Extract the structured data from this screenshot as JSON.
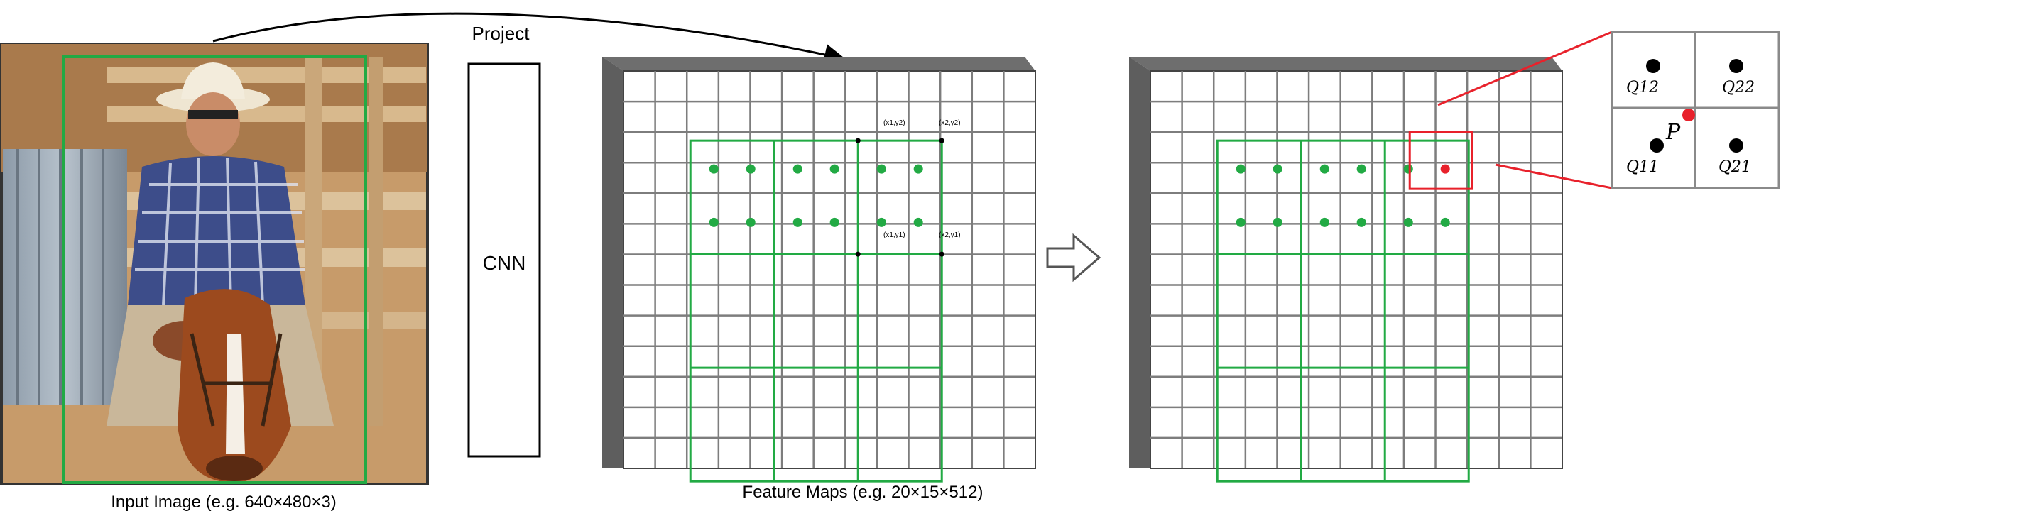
{
  "labels": {
    "project": "Project",
    "cnn": "CNN",
    "input_caption": "Input Image (e.g. 640×480×3)",
    "feature_caption": "Feature Maps  (e.g. 20×15×512)"
  },
  "corner_labels": {
    "tl": "(x1,y2)",
    "tr": "(x2,y2)",
    "bl": "(x1,y1)",
    "br": "(x2,y1)"
  },
  "zoom_labels": {
    "q12": "Q12",
    "q22": "Q22",
    "q11": "Q11",
    "q21": "Q21",
    "p": "P"
  },
  "colors": {
    "roi": "#22aa44",
    "sample_point": "#22aa44",
    "highlight": "#e8212b",
    "grid": "#7d7d7d",
    "bevel": "#6e6e6e",
    "photo_bg": "#b88a5a"
  },
  "grid": {
    "columns": 13,
    "rows": 13
  },
  "roi_bins": {
    "columns": 3,
    "rows": 3
  },
  "icons": [
    "input-photo",
    "right-arrow-icon",
    "project-arrow-icon"
  ]
}
